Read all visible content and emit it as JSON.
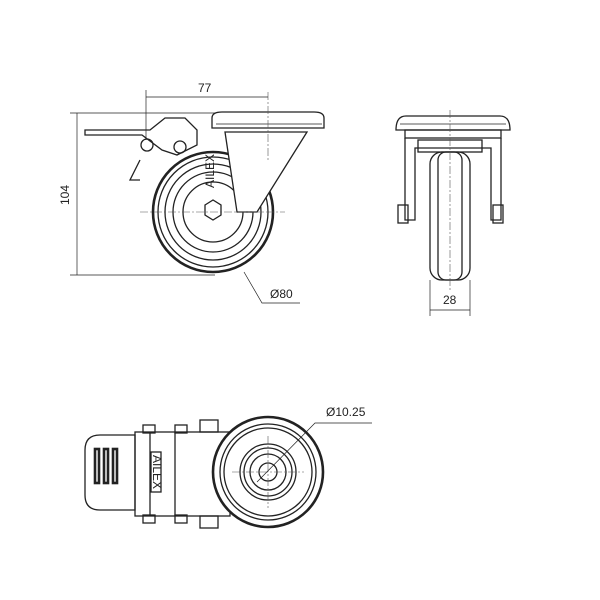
{
  "drawing": {
    "title": "Swivel caster with brake",
    "dimensions": {
      "swivel_offset": "77",
      "overall_height": "104",
      "wheel_diameter": "Ø80",
      "wheel_width": "28",
      "bolt_hole_diameter": "Ø10.25"
    },
    "logo_text": "AILEX"
  }
}
